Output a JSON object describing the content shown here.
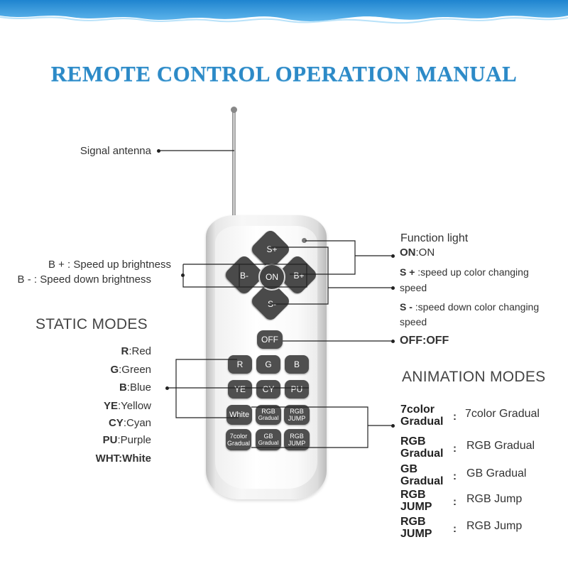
{
  "title": "REMOTE CONTROL OPERATION MANUAL",
  "callouts": {
    "antenna": "Signal antenna",
    "b_plus": "B + : Speed up brightness",
    "b_minus": "B - : Speed down brightness",
    "function_light": "Function light",
    "on_key": "ON",
    "on_val": ":ON",
    "s_plus_key": "S + ",
    "s_plus_val": ":speed up color changing",
    "s_plus_val2": "speed",
    "s_minus_key": "S - ",
    "s_minus_val": ":speed down color  changing",
    "s_minus_val2": "speed",
    "off": "OFF:OFF"
  },
  "static_modes": {
    "header": "STATIC MODES",
    "items": [
      {
        "key": "R",
        "value": ":Red"
      },
      {
        "key": "G",
        "value": ":Green"
      },
      {
        "key": "B",
        "value": ":Blue"
      },
      {
        "key": "YE",
        "value": ":Yellow"
      },
      {
        "key": "CY",
        "value": ":Cyan"
      },
      {
        "key": "PU",
        "value": ":Purple"
      },
      {
        "key": "WHT",
        "value": ":White"
      }
    ]
  },
  "animation_modes": {
    "header": "ANIMATION MODES",
    "items": [
      {
        "key": "7color Gradual",
        "colon": ":",
        "value": "7color Gradual"
      },
      {
        "key": "RGB Gradual",
        "colon": ":",
        "value": "RGB Gradual"
      },
      {
        "key": "GB Gradual",
        "colon": ":",
        "value": "GB Gradual"
      },
      {
        "key": "RGB JUMP",
        "colon": ":",
        "value": "RGB Jump"
      },
      {
        "key": "RGB JUMP",
        "colon": ":",
        "value": "RGB Jump"
      }
    ]
  },
  "remote_buttons": {
    "s_plus": "S+",
    "s_minus": "S-",
    "b_minus": "B-",
    "b_plus": "B+",
    "on": "ON",
    "off": "OFF",
    "r": "R",
    "g": "G",
    "b": "B",
    "ye": "YE",
    "cy": "CY",
    "pu": "PU",
    "white": "White",
    "rgb_gradual_1": "RGB",
    "rgb_gradual_2": "Gradual",
    "rgb_jump_1": "RGB",
    "rgb_jump_2": "JUMP",
    "c7_1": "7color",
    "c7_2": "Gradual",
    "gb_1": "GB",
    "gb_2": "Gradual",
    "rgbj2_1": "RGB",
    "rgbj2_2": "JUMP"
  },
  "colors": {
    "title": "#2d8ac7",
    "wave": "#2b8fd0",
    "button": "#4f4f4f"
  }
}
